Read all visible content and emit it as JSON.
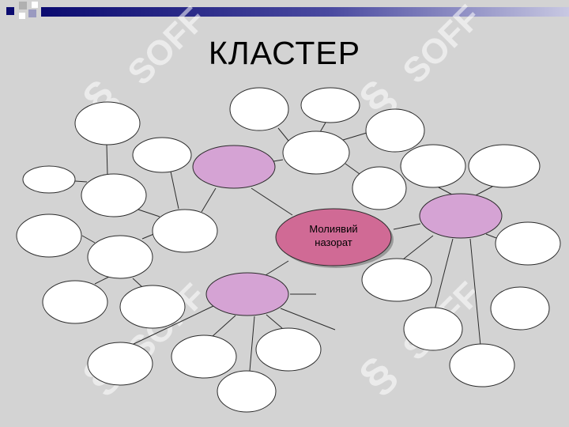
{
  "slide": {
    "title": "КЛАСТЕР"
  },
  "center_node": {
    "line1": "Молиявий",
    "line2": "назорат"
  },
  "watermark": {
    "text": "SOFF"
  },
  "colors": {
    "background": "#d3d3d3",
    "center_fill": "#d06a95",
    "sub_hub_fill": "#d5a3d4",
    "node_fill": "#ffffff",
    "top_bar_dark": "#0a0a6e",
    "watermark": "#ffffff"
  }
}
